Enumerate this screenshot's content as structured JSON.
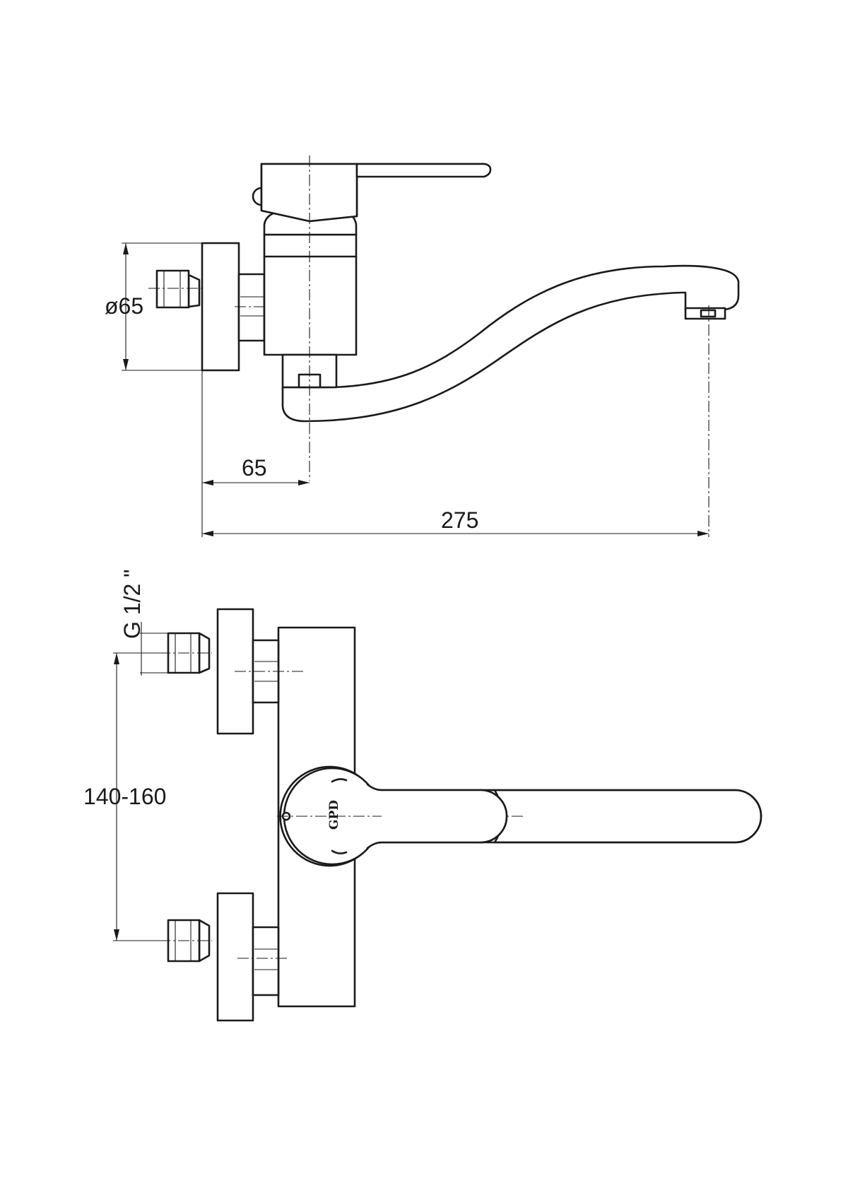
{
  "dimensions": {
    "flange_diameter": "ø65",
    "wall_to_axis": "65",
    "wall_to_outlet": "275",
    "thread_size": "G 1/2 \"",
    "inlet_spacing": "140-160"
  },
  "logo_text": "GPD"
}
